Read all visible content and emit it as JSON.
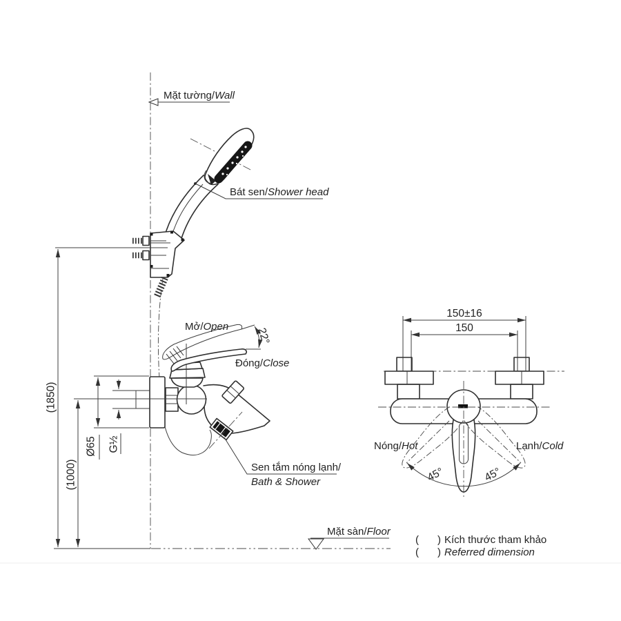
{
  "drawing_type": "installation-dimension-drawing",
  "colors": {
    "line": "#2f2f2f",
    "text": "#222222",
    "background": "#ffffff",
    "spray_face": "#161616"
  },
  "side_view": {
    "wall_label": {
      "vi": "Mặt tường/",
      "en": "Wall"
    },
    "shower_head_label": {
      "vi": "Bát sen/",
      "en": "Shower head"
    },
    "open_label": {
      "vi": "Mở/",
      "en": "Open"
    },
    "close_label": {
      "vi": "Đóng/",
      "en": "Close"
    },
    "bath_shower_label": {
      "vi": "Sen tắm nóng lạnh/",
      "en": "Bath & Shower"
    },
    "floor_label": {
      "vi": "Mặt sàn/",
      "en": "Floor"
    },
    "dimensions": {
      "shower_holder_height": "(1850)",
      "mixer_height": "(1000)",
      "escutcheon_diameter": "Ø65",
      "thread_size": "G½",
      "handle_open_angle": "22°"
    }
  },
  "top_view": {
    "hot_label": {
      "vi": "Nóng/",
      "en": "Hot"
    },
    "cold_label": {
      "vi": "Lạnh/",
      "en": "Cold"
    },
    "dimensions": {
      "center_distance_tolerance": "150±16",
      "center_distance": "150",
      "swing_left": "45°",
      "swing_right": "45°"
    }
  },
  "notes": {
    "open_paren": "(",
    "close_paren": ")",
    "reference_vi": "Kích thước tham khảo",
    "reference_en": "Referred dimension"
  }
}
